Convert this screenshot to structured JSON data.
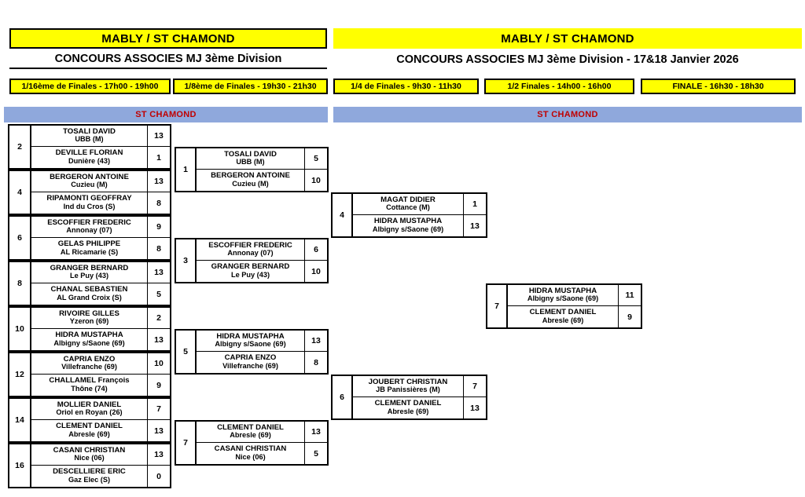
{
  "header": {
    "left": {
      "title": "MABLY / ST CHAMOND",
      "subtitle": "CONCOURS ASSOCIES MJ 3ème Division"
    },
    "right": {
      "title": "MABLY / ST CHAMOND",
      "subtitle": "CONCOURS ASSOCIES MJ 3ème Division - 17&18 Janvier 2026"
    }
  },
  "rounds": [
    {
      "label": "1/16ème de Finales - 17h00 - 19h00"
    },
    {
      "label": "1/8ème de Finales - 19h30 - 21h30"
    },
    {
      "label": "1/4 de Finales - 9h30 - 11h30"
    },
    {
      "label": "1/2 Finales - 14h00 - 16h00"
    },
    {
      "label": "FINALE - 16h30 - 18h30"
    }
  ],
  "venue_bands": {
    "left": "ST CHAMOND",
    "right": "ST CHAMOND"
  },
  "colors": {
    "highlight_yellow": "#FFFF00",
    "band_blue": "#8FA8DC",
    "venue_red": "#C00000",
    "border_black": "#000000"
  },
  "bracket": {
    "round1": [
      {
        "seed": "2",
        "p1": {
          "name": "TOSALI DAVID",
          "club": "UBB (M)",
          "score": "13"
        },
        "p2": {
          "name": "DEVILLE FLORIAN",
          "club": "Dunière (43)",
          "score": "1"
        }
      },
      {
        "seed": "4",
        "p1": {
          "name": "BERGERON ANTOINE",
          "club": "Cuzieu (M)",
          "score": "13"
        },
        "p2": {
          "name": "RIPAMONTI GEOFFRAY",
          "club": "Ind du Cros (S)",
          "score": "8"
        }
      },
      {
        "seed": "6",
        "p1": {
          "name": "ESCOFFIER FREDERIC",
          "club": "Annonay (07)",
          "score": "9"
        },
        "p2": {
          "name": "GELAS PHILIPPE",
          "club": "AL Ricamarie (S)",
          "score": "8"
        }
      },
      {
        "seed": "8",
        "p1": {
          "name": "GRANGER BERNARD",
          "club": "Le Puy (43)",
          "score": "13"
        },
        "p2": {
          "name": "CHANAL SEBASTIEN",
          "club": "AL Grand Croix (S)",
          "score": "5"
        }
      },
      {
        "seed": "10",
        "p1": {
          "name": "RIVOIRE GILLES",
          "club": "Yzeron (69)",
          "score": "2"
        },
        "p2": {
          "name": "HIDRA MUSTAPHA",
          "club": "Albigny s/Saone (69)",
          "score": "13"
        }
      },
      {
        "seed": "12",
        "p1": {
          "name": "CAPRIA ENZO",
          "club": "Villefranche (69)",
          "score": "10"
        },
        "p2": {
          "name": "CHALLAMEL François",
          "club": "Thône (74)",
          "score": "9"
        }
      },
      {
        "seed": "14",
        "p1": {
          "name": "MOLLIER DANIEL",
          "club": "Oriol en Royan (26)",
          "score": "7"
        },
        "p2": {
          "name": "CLEMENT DANIEL",
          "club": "Abresle (69)",
          "score": "13"
        }
      },
      {
        "seed": "16",
        "p1": {
          "name": "CASANI CHRISTIAN",
          "club": "Nice (06)",
          "score": "13"
        },
        "p2": {
          "name": "DESCELLIERE ERIC",
          "club": "Gaz Elec (S)",
          "score": "0"
        }
      }
    ],
    "round2": [
      {
        "seed": "1",
        "p1": {
          "name": "TOSALI DAVID",
          "club": "UBB (M)",
          "score": "5"
        },
        "p2": {
          "name": "BERGERON ANTOINE",
          "club": "Cuzieu (M)",
          "score": "10"
        }
      },
      {
        "seed": "3",
        "p1": {
          "name": "ESCOFFIER FREDERIC",
          "club": "Annonay (07)",
          "score": "6"
        },
        "p2": {
          "name": "GRANGER BERNARD",
          "club": "Le Puy (43)",
          "score": "10"
        }
      },
      {
        "seed": "5",
        "p1": {
          "name": "HIDRA MUSTAPHA",
          "club": "Albigny s/Saone (69)",
          "score": "13"
        },
        "p2": {
          "name": "CAPRIA ENZO",
          "club": "Villefranche (69)",
          "score": "8"
        }
      },
      {
        "seed": "7",
        "p1": {
          "name": "CLEMENT DANIEL",
          "club": "Abresle (69)",
          "score": "13"
        },
        "p2": {
          "name": "CASANI CHRISTIAN",
          "club": "Nice (06)",
          "score": "5"
        }
      }
    ],
    "round3": [
      {
        "seed": "4",
        "p1": {
          "name": "MAGAT DIDIER",
          "club": "Cottance (M)",
          "score": "1"
        },
        "p2": {
          "name": "HIDRA MUSTAPHA",
          "club": "Albigny s/Saone (69)",
          "score": "13"
        }
      },
      {
        "seed": "6",
        "p1": {
          "name": "JOUBERT CHRISTIAN",
          "club": "JB Panissières (M)",
          "score": "7"
        },
        "p2": {
          "name": "CLEMENT DANIEL",
          "club": "Abresle (69)",
          "score": "13"
        }
      }
    ],
    "round4": [
      {
        "seed": "7",
        "p1": {
          "name": "HIDRA MUSTAPHA",
          "club": "Albigny s/Saone (69)",
          "score": "11"
        },
        "p2": {
          "name": "CLEMENT DANIEL",
          "club": "Abresle (69)",
          "score": "9"
        }
      }
    ]
  },
  "seed_column": [
    "2",
    "4",
    "6",
    "8",
    "10",
    "12",
    "14",
    "16"
  ]
}
